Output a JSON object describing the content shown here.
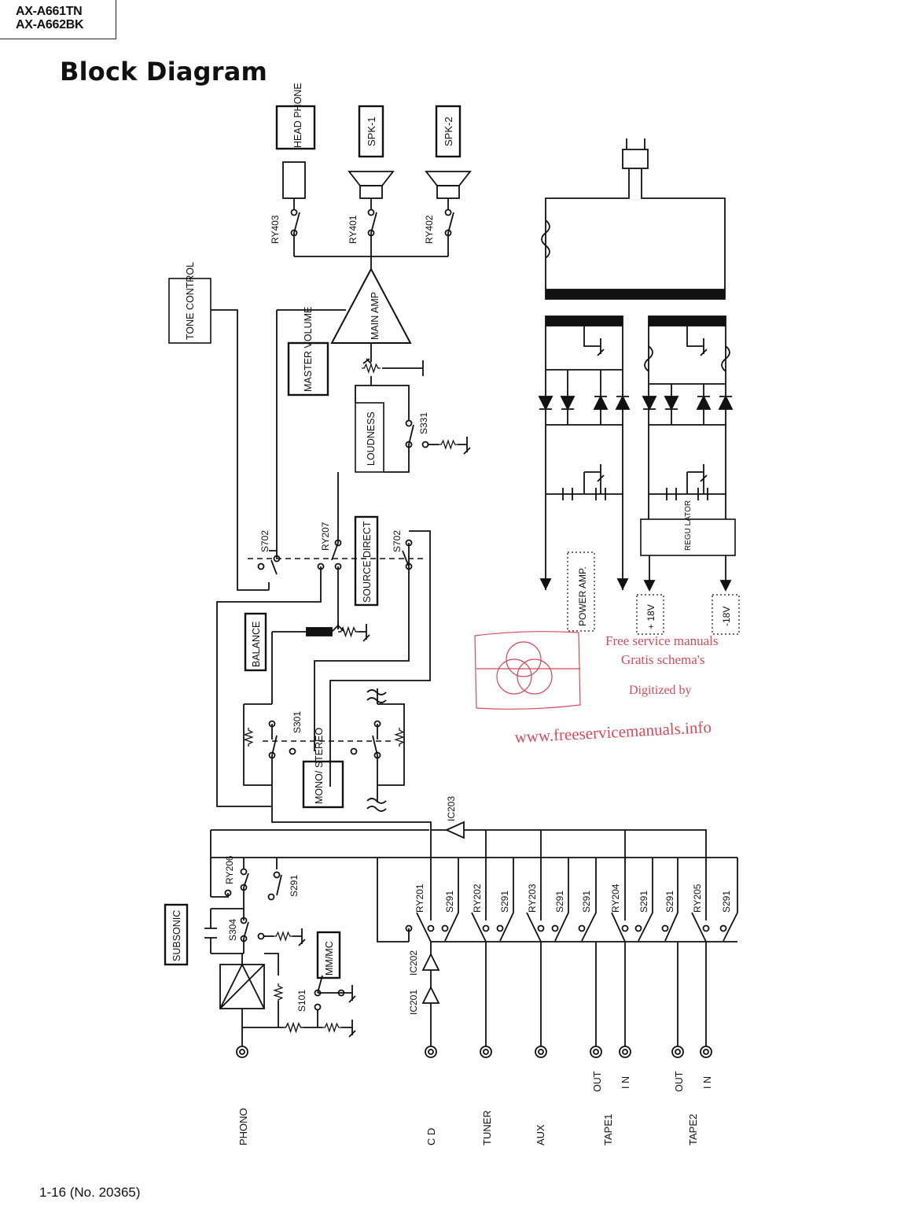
{
  "header": {
    "model_line1": "AX-A661TN",
    "model_line2": "AX-A662BK"
  },
  "title": "Block Diagram",
  "footer": "1-16 (No. 20365)",
  "outputs": {
    "headphone": "HEAD PHONE",
    "spk1": "SPK-1",
    "spk2": "SPK-2"
  },
  "relays": {
    "ry403": "RY403",
    "ry401": "RY401",
    "ry402": "RY402",
    "ry207": "RY207",
    "ry206": "RY206",
    "ry201": "RY201",
    "ry202": "RY202",
    "ry203": "RY203",
    "ry204": "RY204",
    "ry205": "RY205"
  },
  "blocks": {
    "tone_control": "TONE CONTROL",
    "main_amp": "MAIN AMP",
    "master_volume": "MASTER VOLUME",
    "loudness": "LOUDNESS",
    "source_direct": "SOURCE DIRECT",
    "balance": "BALANCE",
    "mono_stereo": "MONO/ STEREO",
    "subsonic": "SUBSONIC",
    "mm_mc": "MM/MC",
    "regulator": "REGU LATOR",
    "power_amp": "POWER AMP."
  },
  "switches": {
    "s702": "S702",
    "s331": "S331",
    "s301": "S301",
    "s291": "S291",
    "s304": "S304",
    "s101": "S101"
  },
  "ics": {
    "ic203": "IC203",
    "ic202": "IC202",
    "ic201": "IC201"
  },
  "supplies": {
    "plus18": "+ 18V",
    "minus18": "-18V"
  },
  "inputs": {
    "phono": "PHONO",
    "cd": "C D",
    "tuner": "TUNER",
    "aux": "AUX",
    "tape1": "TAPE1",
    "tape2": "TAPE2",
    "out": "OUT",
    "in": "I N"
  },
  "watermark": {
    "line1": "Free service manuals",
    "line2": "Gratis schema's",
    "line3": "Digitized by",
    "url": "www.freeservicemanuals.info",
    "color": "#d84a5a"
  }
}
